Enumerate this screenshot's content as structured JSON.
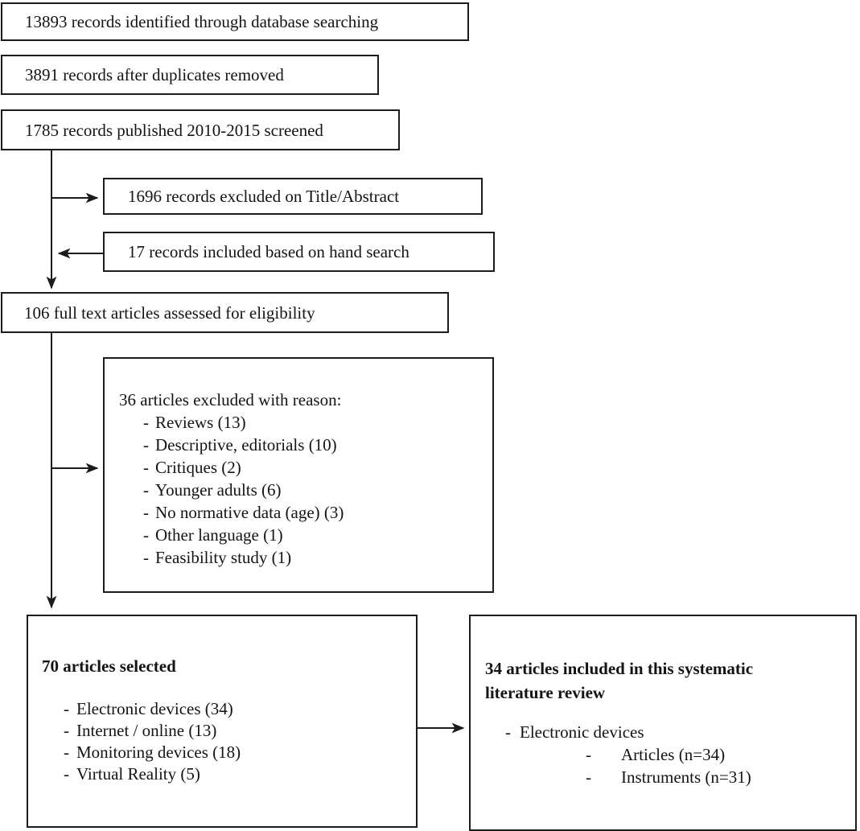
{
  "flow": {
    "bullet": "-",
    "identified": {
      "text": "13893 records identified through database searching"
    },
    "deduplicated": {
      "text": "3891 records after duplicates removed"
    },
    "screened": {
      "text": "1785 records published 2010-2015 screened"
    },
    "excluded_title_abstract": {
      "text": "1696 records excluded on Title/Abstract"
    },
    "hand_search": {
      "text": "17 records included based on hand search"
    },
    "full_text_assessed": {
      "text": "106 full text articles assessed for eligibility"
    },
    "excluded_reasons": {
      "title": "36 articles excluded with reason:",
      "items": [
        "Reviews (13)",
        "Descriptive, editorials (10)",
        "Critiques (2)",
        "Younger adults (6)",
        "No normative data (age) (3)",
        "Other language (1)",
        "Feasibility study (1)"
      ]
    },
    "selected": {
      "title": "70 articles selected",
      "items": [
        "Electronic devices (34)",
        "Internet / online (13)",
        "Monitoring devices (18)",
        "Virtual Reality (5)"
      ]
    },
    "included": {
      "title_line1": "34 articles included in this systematic",
      "title_line2": "literature review",
      "item": "Electronic devices",
      "subitems": [
        "Articles (n=34)",
        "Instruments (n=31)"
      ]
    },
    "colors": {
      "line": "#1c1c1c",
      "text": "#141414",
      "background": "#ffffff"
    }
  }
}
